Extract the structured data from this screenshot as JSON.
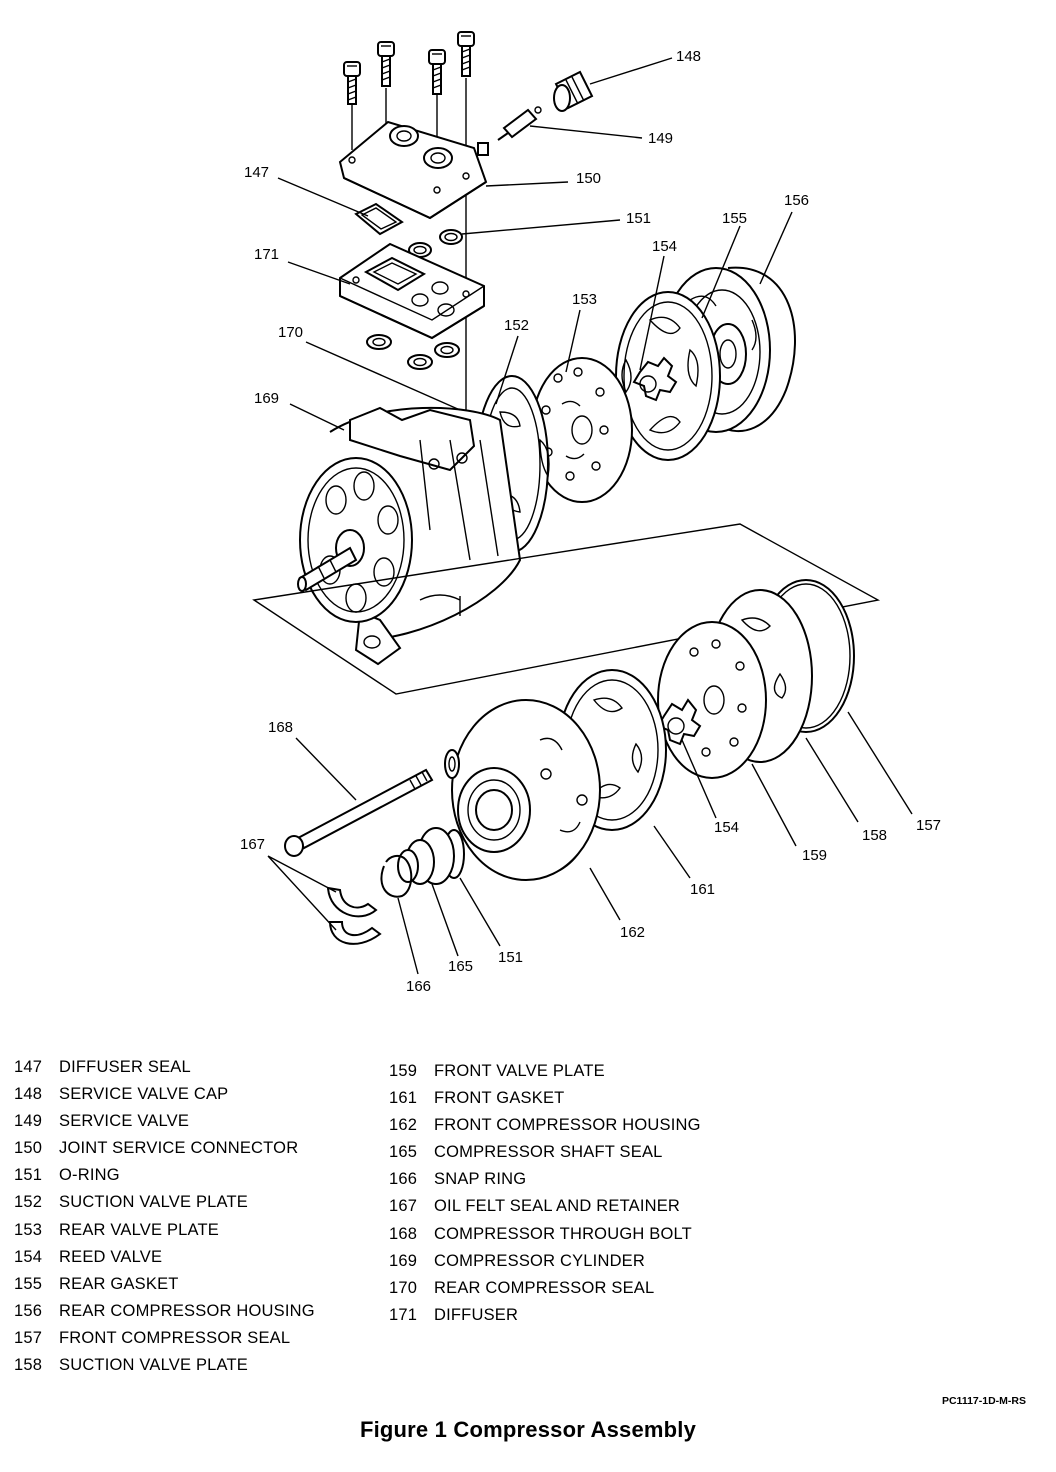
{
  "callouts": {
    "c148": "148",
    "c149": "149",
    "c147": "147",
    "c150": "150",
    "c151a": "151",
    "c156": "156",
    "c155": "155",
    "c171": "171",
    "c154a": "154",
    "c153": "153",
    "c152": "152",
    "c170": "170",
    "c169": "169",
    "c168": "168",
    "c167": "167",
    "c154b": "154",
    "c159": "159",
    "c158": "158",
    "c157": "157",
    "c161": "161",
    "c162": "162",
    "c165": "165",
    "c151b": "151",
    "c166": "166"
  },
  "legend_left": [
    {
      "num": "147",
      "name": "DIFFUSER SEAL"
    },
    {
      "num": "148",
      "name": "SERVICE VALVE CAP"
    },
    {
      "num": "149",
      "name": "SERVICE VALVE"
    },
    {
      "num": "150",
      "name": "JOINT SERVICE CONNECTOR"
    },
    {
      "num": "151",
      "name": "O-RING"
    },
    {
      "num": "152",
      "name": "SUCTION VALVE PLATE"
    },
    {
      "num": "153",
      "name": "REAR VALVE PLATE"
    },
    {
      "num": "154",
      "name": "REED VALVE"
    },
    {
      "num": "155",
      "name": "REAR GASKET"
    },
    {
      "num": "156",
      "name": "REAR COMPRESSOR HOUSING"
    },
    {
      "num": "157",
      "name": "FRONT COMPRESSOR SEAL"
    },
    {
      "num": "158",
      "name": "SUCTION VALVE PLATE"
    }
  ],
  "legend_right": [
    {
      "num": "159",
      "name": "FRONT VALVE PLATE"
    },
    {
      "num": "161",
      "name": "FRONT GASKET"
    },
    {
      "num": "162",
      "name": "FRONT COMPRESSOR HOUSING"
    },
    {
      "num": "165",
      "name": "COMPRESSOR SHAFT SEAL"
    },
    {
      "num": "166",
      "name": "SNAP RING"
    },
    {
      "num": "167",
      "name": "OIL FELT SEAL AND RETAINER"
    },
    {
      "num": "168",
      "name": "COMPRESSOR THROUGH BOLT"
    },
    {
      "num": "169",
      "name": "COMPRESSOR CYLINDER"
    },
    {
      "num": "170",
      "name": "REAR COMPRESSOR SEAL"
    },
    {
      "num": "171",
      "name": "DIFFUSER"
    }
  ],
  "drawing_code": "PC1117-1D-M-RS",
  "caption": "Figure 1  Compressor Assembly"
}
